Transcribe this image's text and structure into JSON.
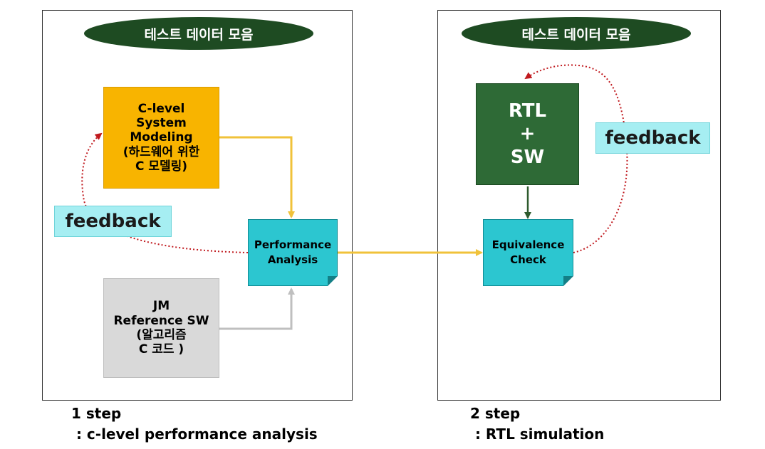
{
  "left_panel": {
    "banner": "테스트 데이터 모음",
    "modeling_box": "C-level\nSystem\nModeling\n(하드웨어 위한\nC 모델링)",
    "reference_box": "JM\nReference SW\n(알고리즘\nC 코드 )",
    "analysis_box": "Performance\nAnalysis",
    "feedback": "feedback",
    "caption_step": "1 step",
    "caption_desc": " : c-level performance analysis"
  },
  "right_panel": {
    "banner": "테스트 데이터 모음",
    "rtl_box": "RTL\n+\nSW",
    "check_box": "Equivalence\nCheck",
    "feedback": "feedback",
    "caption_step": "2 step",
    "caption_desc": " : RTL simulation"
  },
  "colors": {
    "banner": "#1e4b22",
    "modeling": "#f8b400",
    "reference": "#d9d9d9",
    "note": "#2cc6d0",
    "rtl": "#2e6a36",
    "feedback": "#a6eef2",
    "arrow_yellow": "#f0c23a",
    "arrow_gray": "#bfbfbf",
    "arrow_green": "#2e5b2e",
    "feedback_loop": "#c0191e"
  }
}
